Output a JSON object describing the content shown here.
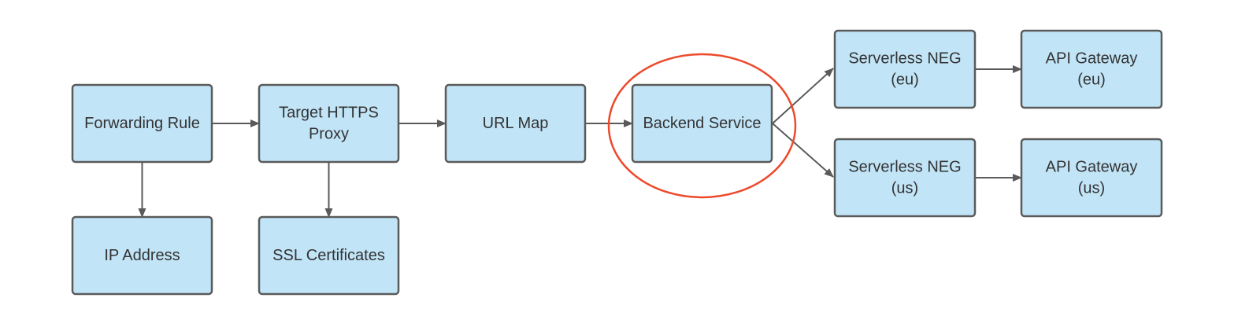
{
  "nodes": {
    "forwarding_rule": {
      "lines": [
        "Forwarding Rule"
      ]
    },
    "target_https_proxy": {
      "lines": [
        "Target HTTPS",
        "Proxy"
      ]
    },
    "url_map": {
      "lines": [
        "URL Map"
      ]
    },
    "backend_service": {
      "lines": [
        "Backend Service"
      ]
    },
    "neg_eu": {
      "lines": [
        "Serverless NEG",
        "(eu)"
      ]
    },
    "neg_us": {
      "lines": [
        "Serverless NEG",
        "(us)"
      ]
    },
    "gateway_eu": {
      "lines": [
        "API Gateway",
        "(eu)"
      ]
    },
    "gateway_us": {
      "lines": [
        "API Gateway",
        "(us)"
      ]
    },
    "ip_address": {
      "lines": [
        "IP Address"
      ]
    },
    "ssl_certificates": {
      "lines": [
        "SSL Certificates"
      ]
    }
  },
  "edges": [
    {
      "from": "forwarding_rule",
      "to": "target_https_proxy"
    },
    {
      "from": "target_https_proxy",
      "to": "url_map"
    },
    {
      "from": "url_map",
      "to": "backend_service"
    },
    {
      "from": "backend_service",
      "to": "neg_eu"
    },
    {
      "from": "backend_service",
      "to": "neg_us"
    },
    {
      "from": "neg_eu",
      "to": "gateway_eu"
    },
    {
      "from": "neg_us",
      "to": "gateway_us"
    },
    {
      "from": "forwarding_rule",
      "to": "ip_address"
    },
    {
      "from": "target_https_proxy",
      "to": "ssl_certificates"
    }
  ],
  "highlighted_node": "backend_service",
  "colors": {
    "node_fill": "#c1e4f7",
    "node_border": "#5a5a5a",
    "edge": "#5a5a5a",
    "highlight_ring": "#ec4a2c",
    "text": "#333333"
  }
}
